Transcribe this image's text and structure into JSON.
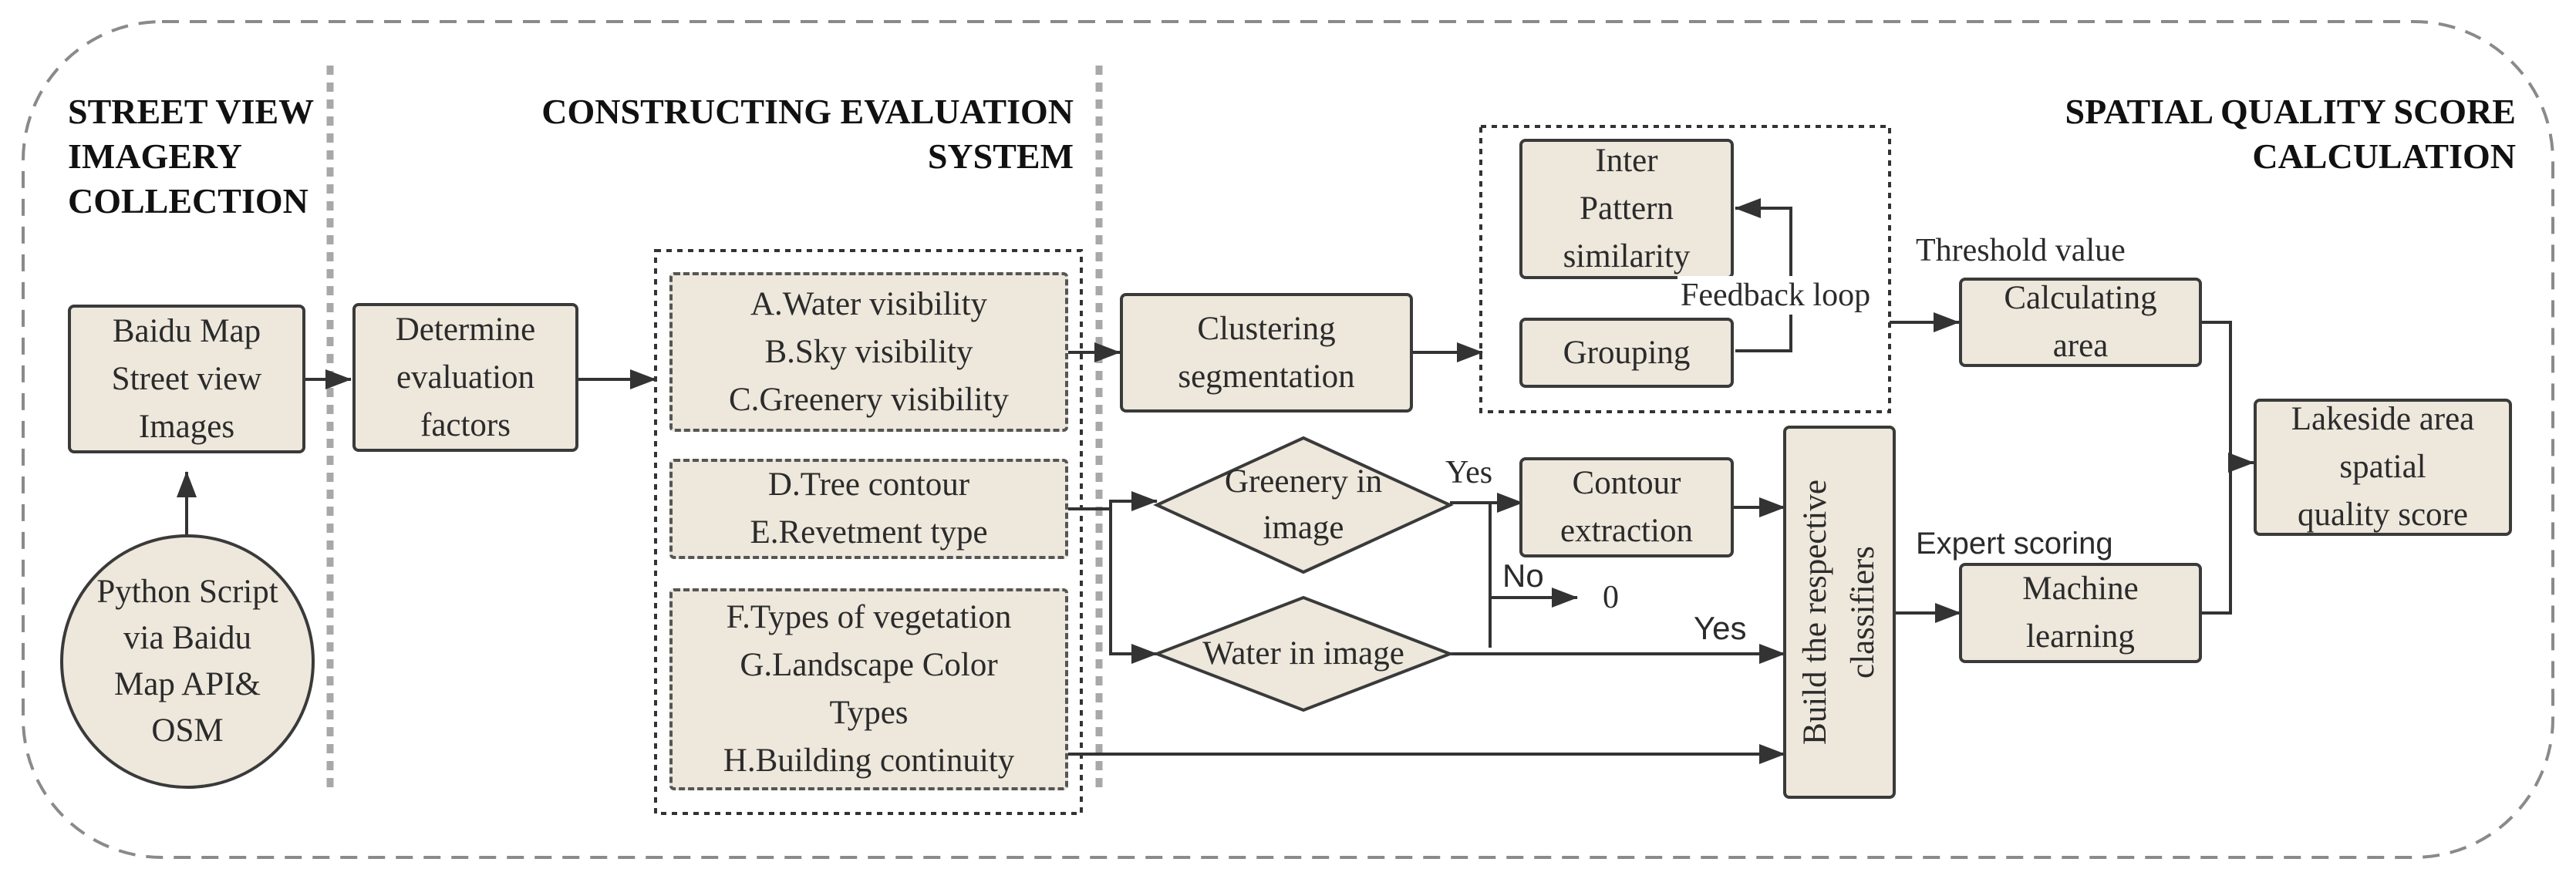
{
  "sections": {
    "collection": [
      "STREET VIEW",
      "IMAGERY",
      "COLLECTION"
    ],
    "evaluation": [
      "CONSTRUCTING EVALUATION",
      "SYSTEM"
    ],
    "score": [
      "SPATIAL QUALITY SCORE",
      "CALCULATION"
    ]
  },
  "nodes": {
    "baidu": [
      "Baidu Map",
      "Street view",
      "Images"
    ],
    "python": [
      "Python Script",
      "via Baidu",
      "Map API&",
      "OSM"
    ],
    "determine": [
      "Determine",
      "evaluation",
      "factors"
    ],
    "group1": [
      "A.Water visibility",
      "B.Sky visibility",
      "C.Greenery visibility"
    ],
    "group2": [
      "D.Tree contour",
      "E.Revetment type"
    ],
    "group3": [
      "F.Types of vegetation",
      "G.Landscape Color",
      "Types",
      "H.Building continuity"
    ],
    "clustering": [
      "Clustering",
      "segmentation"
    ],
    "inter": [
      "Inter",
      "Pattern",
      "similarity"
    ],
    "grouping": "Grouping",
    "greenery_decision": [
      "Greenery in",
      "image"
    ],
    "water_decision": "Water in image",
    "contour": [
      "Contour",
      "extraction"
    ],
    "classifiers": "Build the respective classifiers",
    "calc_area": [
      "Calculating",
      "area"
    ],
    "ml": [
      "Machine",
      "learning"
    ],
    "score": [
      "Lakeside area",
      "spatial",
      "quality score"
    ]
  },
  "labels": {
    "feedback": "Feedback loop",
    "threshold": "Threshold value",
    "expert": "Expert scoring",
    "yes1": "Yes",
    "yes2": "Yes",
    "no": "No",
    "zero": "0"
  },
  "colors": {
    "node_fill": "#ede7dc",
    "stroke": "#3a3a3a"
  }
}
